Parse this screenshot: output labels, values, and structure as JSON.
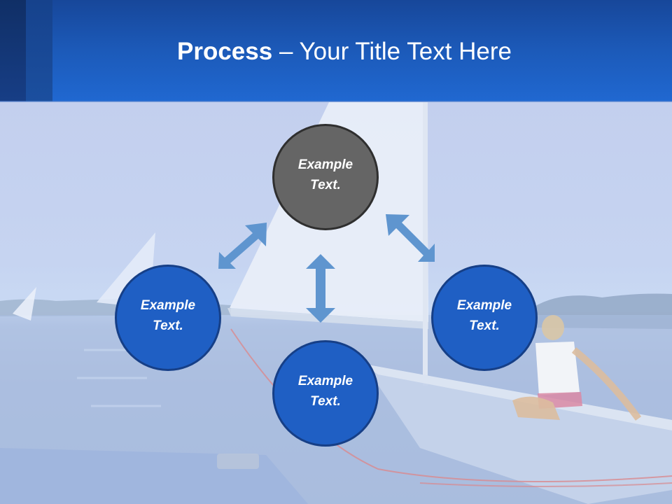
{
  "slide": {
    "title": {
      "bold": "Process",
      "rest": " – Your Title Text Here"
    },
    "colors": {
      "header_top": "#17479a",
      "header_bottom": "#2068d1",
      "circle_blue": "#1f5fc4",
      "circle_blue_border": "#163f87",
      "circle_gray": "#656565",
      "circle_gray_border": "#2f2f2f",
      "arrow": "#5f95cf"
    },
    "nodes": [
      {
        "position": "top",
        "line1": "Example",
        "line2": "Text.",
        "color": "gray"
      },
      {
        "position": "left",
        "line1": "Example",
        "line2": "Text.",
        "color": "blue"
      },
      {
        "position": "bottom",
        "line1": "Example",
        "line2": "Text.",
        "color": "blue"
      },
      {
        "position": "right",
        "line1": "Example",
        "line2": "Text.",
        "color": "blue"
      }
    ],
    "arrows": [
      {
        "name": "top-left",
        "icon": "double-arrow-diagonal"
      },
      {
        "name": "top-right",
        "icon": "double-arrow-diagonal"
      },
      {
        "name": "top-bottom",
        "icon": "double-arrow-vertical"
      }
    ],
    "background": {
      "subject": "sailing-dinghy-on-lake-photo"
    }
  }
}
